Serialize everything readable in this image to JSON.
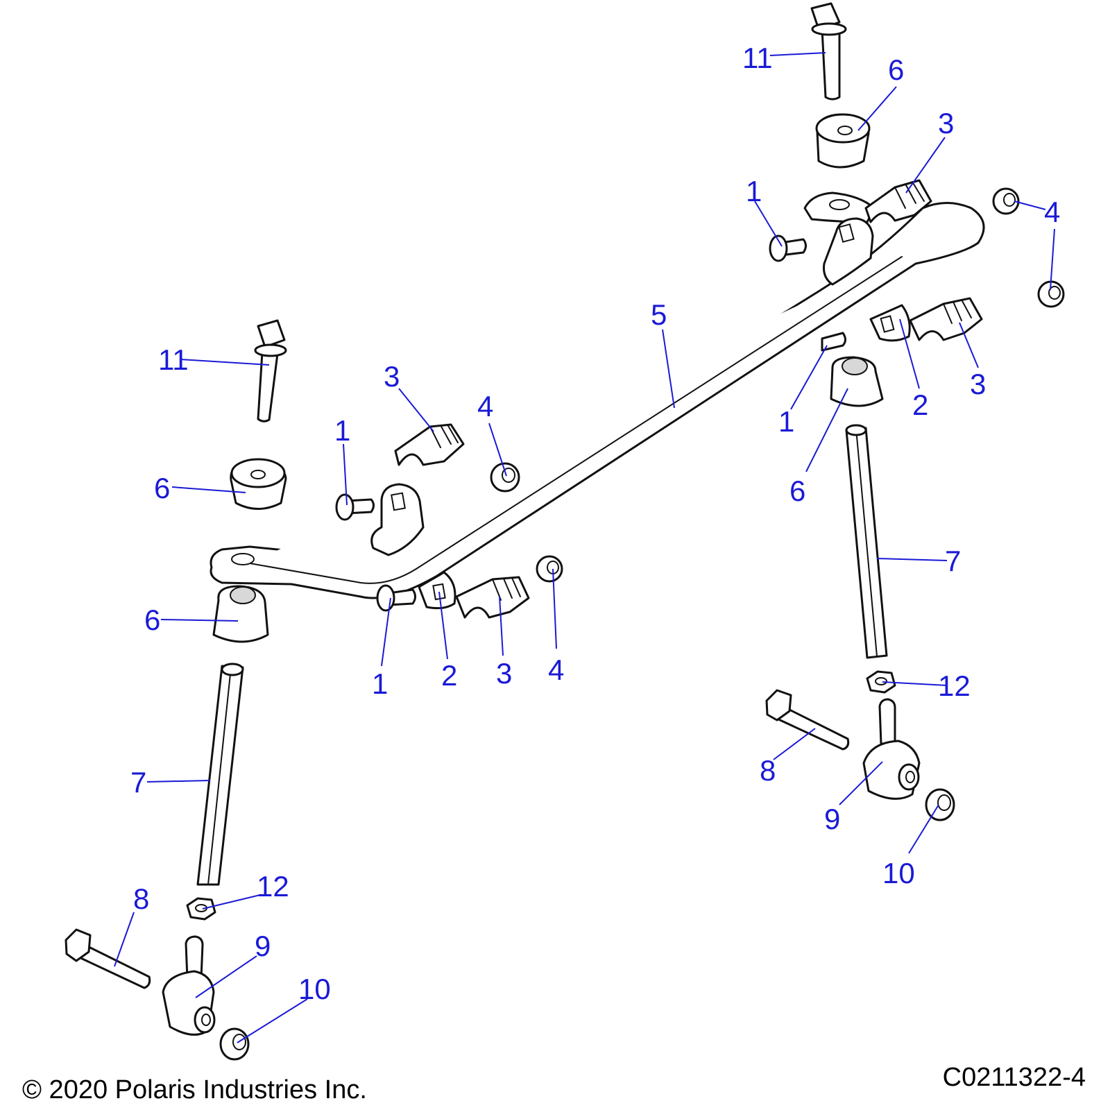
{
  "callouts": [
    {
      "id": "c11a",
      "label": "11"
    },
    {
      "id": "c6a",
      "label": "6"
    },
    {
      "id": "c3a",
      "label": "3"
    },
    {
      "id": "c4a",
      "label": "4"
    },
    {
      "id": "c1a",
      "label": "1"
    },
    {
      "id": "c5",
      "label": "5"
    },
    {
      "id": "c11b",
      "label": "11"
    },
    {
      "id": "c3b",
      "label": "3"
    },
    {
      "id": "c1b",
      "label": "1"
    },
    {
      "id": "c4b",
      "label": "4"
    },
    {
      "id": "c6b",
      "label": "6"
    },
    {
      "id": "c1c",
      "label": "1"
    },
    {
      "id": "c2a",
      "label": "2"
    },
    {
      "id": "c3c",
      "label": "3"
    },
    {
      "id": "c6c",
      "label": "6"
    },
    {
      "id": "c7a",
      "label": "7"
    },
    {
      "id": "c6d",
      "label": "6"
    },
    {
      "id": "c1d",
      "label": "1"
    },
    {
      "id": "c2b",
      "label": "2"
    },
    {
      "id": "c3d",
      "label": "3"
    },
    {
      "id": "c4c",
      "label": "4"
    },
    {
      "id": "c7b",
      "label": "7"
    },
    {
      "id": "c12a",
      "label": "12"
    },
    {
      "id": "c8a",
      "label": "8"
    },
    {
      "id": "c9a",
      "label": "9"
    },
    {
      "id": "c10a",
      "label": "10"
    },
    {
      "id": "c8b",
      "label": "8"
    },
    {
      "id": "c12b",
      "label": "12"
    },
    {
      "id": "c9b",
      "label": "9"
    },
    {
      "id": "c10b",
      "label": "10"
    }
  ],
  "footer": {
    "copyright": "© 2020 Polaris Industries Inc.",
    "drawing_number": "C0211322-4"
  },
  "colors": {
    "callout": "#1a1ad6",
    "line_art": "#111111"
  }
}
